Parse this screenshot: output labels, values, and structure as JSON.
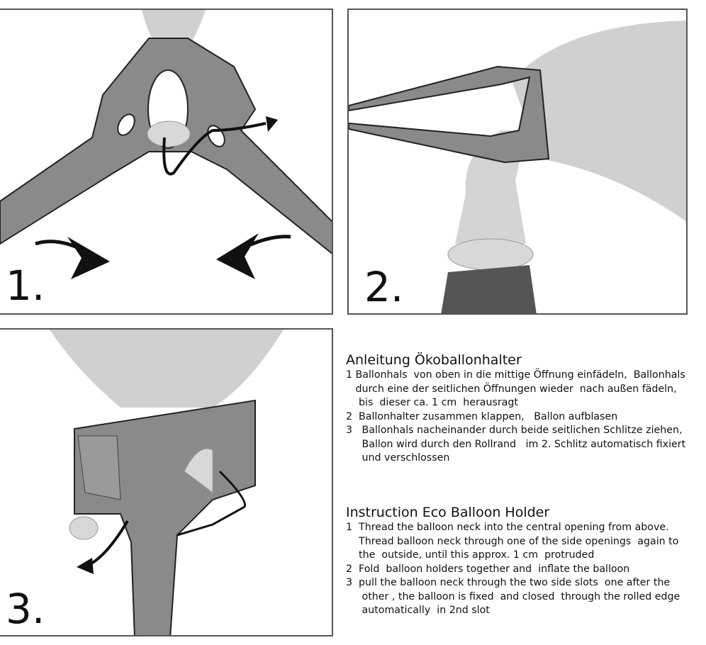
{
  "panels": [
    {
      "label": "1."
    },
    {
      "label": "2."
    },
    {
      "label": "3."
    }
  ],
  "german": {
    "title": "Anleitung Ökoballonhalter",
    "lines": [
      "1 Ballonhals  von oben in die mittige Öffnung einfädeln,  Ballonhals",
      "   durch eine der seitlichen Öffnungen wieder  nach außen fädeln,",
      "    bis  dieser ca. 1 cm  herausragt",
      "2  Ballonhalter zusammen klappen,   Ballon aufblasen",
      "3   Ballonhals nacheinander durch beide seitlichen Schlitze ziehen,",
      "     Ballon wird durch den Rollrand   im 2. Schlitz automatisch fixiert",
      "     und verschlossen"
    ]
  },
  "english": {
    "title": "Instruction Eco Balloon Holder",
    "lines": [
      "1  Thread the balloon neck into the central opening from above.",
      "    Thread balloon neck through one of the side openings  again to",
      "    the  outside, until this approx. 1 cm  protruded",
      "2  Fold  balloon holders together and  inflate the balloon",
      "3  pull the balloon neck through the two side slots  one after the",
      "     other , the balloon is fixed  and closed  through the rolled edge",
      "     automatically  in 2nd slot"
    ]
  },
  "colors": {
    "holder": "#8a8a8a",
    "balloon": "#d0d0d0",
    "dark": "#555555",
    "border": "#555555"
  }
}
